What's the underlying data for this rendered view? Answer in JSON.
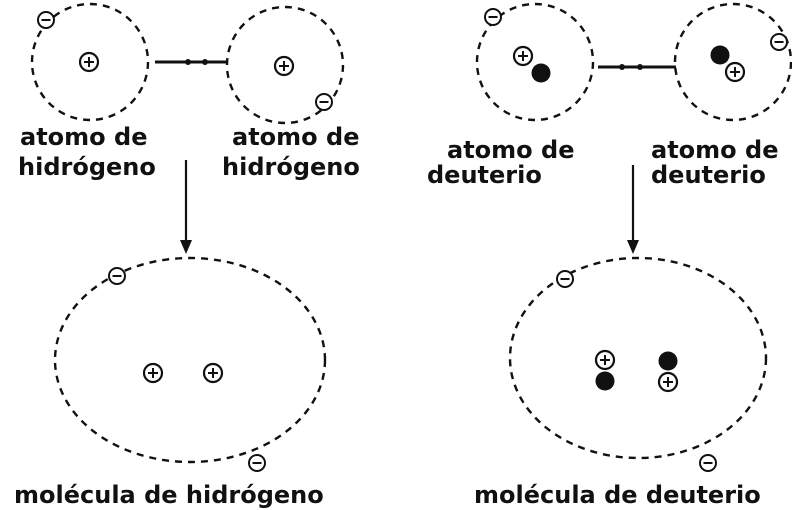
{
  "labels": {
    "h_atom_left_line1": "atomo de",
    "h_atom_left_line2": "hidrógeno",
    "h_atom_right_line1": "atomo de",
    "h_atom_right_line2": "hidrógeno",
    "d_atom_left_line1": "atomo de",
    "d_atom_left_line2": "deuterio",
    "d_atom_right_line1": "atomo de",
    "d_atom_right_line2": "deuterio",
    "h_molecule": "molécula de hidrógeno",
    "d_molecule": "molécula de deuterio"
  },
  "symbols": {
    "proton": "+",
    "electron": "−"
  },
  "colors": {
    "ink": "#111111",
    "background": "#ffffff"
  }
}
